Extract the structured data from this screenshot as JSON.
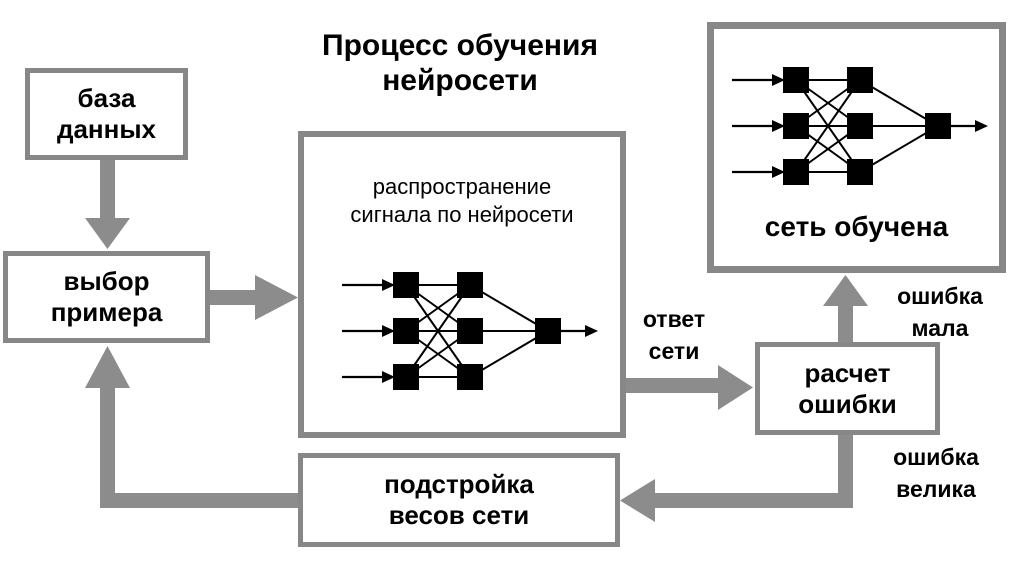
{
  "title": {
    "line1": "Процесс обучения",
    "line2": "нейросети"
  },
  "boxes": {
    "database": {
      "line1": "база",
      "line2": "данных"
    },
    "select_example": {
      "line1": "выбор",
      "line2": "примера"
    },
    "propagation": {
      "line1": "распространение",
      "line2": "сигнала по нейросети"
    },
    "error_calc": {
      "line1": "расчет",
      "line2": "ошибки"
    },
    "trained": {
      "label": "сеть обучена"
    },
    "adjust_weights": {
      "line1": "подстройка",
      "line2": "весов сети"
    }
  },
  "labels": {
    "net_answer": {
      "line1": "ответ",
      "line2": "сети"
    },
    "error_small": {
      "line1": "ошибка",
      "line2": "мала"
    },
    "error_large": {
      "line1": "ошибка",
      "line2": "велика"
    }
  },
  "icons": {
    "propagation_network": "neural-network-3-3-1-diagram",
    "trained_network": "neural-network-3-3-1-diagram"
  },
  "colors": {
    "box_border": "#878787",
    "arrow": "#8c8c8c",
    "node": "#000000",
    "text": "#000000",
    "background": "#ffffff"
  }
}
